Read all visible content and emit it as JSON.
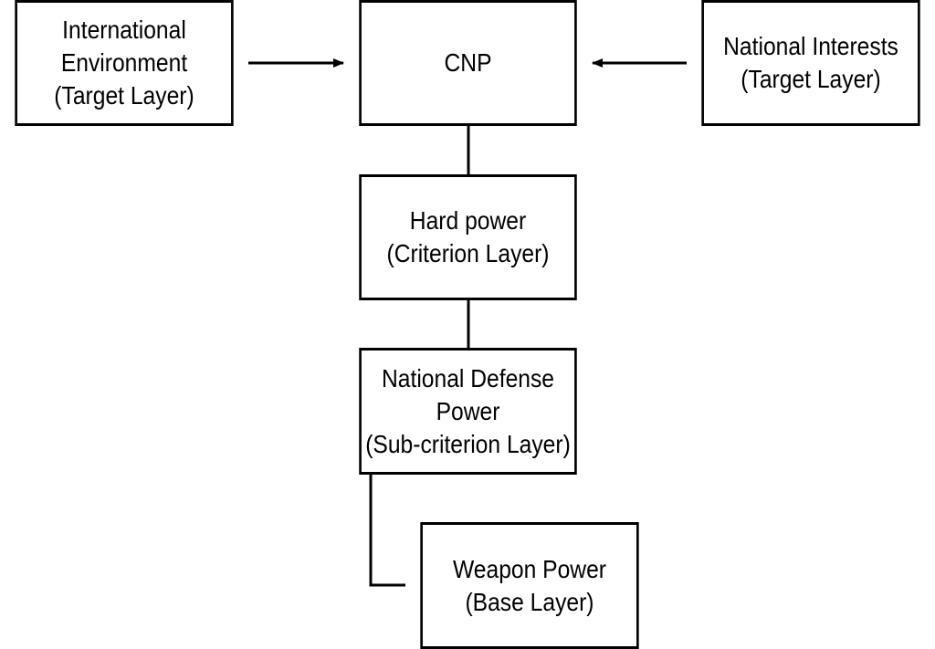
{
  "diagram": {
    "nodes": {
      "international_environment": {
        "lines": [
          "International",
          "Environment",
          "(Target Layer)"
        ]
      },
      "cnp": {
        "lines": [
          "CNP"
        ]
      },
      "national_interests": {
        "lines": [
          "National Interests",
          "(Target Layer)"
        ]
      },
      "hard_power": {
        "lines": [
          "Hard power",
          "(Criterion Layer)"
        ]
      },
      "national_defense_power": {
        "lines": [
          "National Defense",
          "Power",
          "(Sub-criterion Layer)"
        ]
      },
      "weapon_power": {
        "lines": [
          "Weapon Power",
          "(Base Layer)"
        ]
      }
    },
    "edges": [
      {
        "from": "International Environment",
        "to": "CNP",
        "type": "arrow"
      },
      {
        "from": "National Interests",
        "to": "CNP",
        "type": "arrow"
      },
      {
        "from": "CNP",
        "to": "Hard power",
        "type": "line"
      },
      {
        "from": "Hard power",
        "to": "National Defense Power",
        "type": "line"
      },
      {
        "from": "National Defense Power",
        "to": "Weapon Power",
        "type": "elbow-line"
      }
    ],
    "colors": {
      "stroke": "#000000",
      "fill": "#ffffff",
      "text": "#000000"
    }
  }
}
